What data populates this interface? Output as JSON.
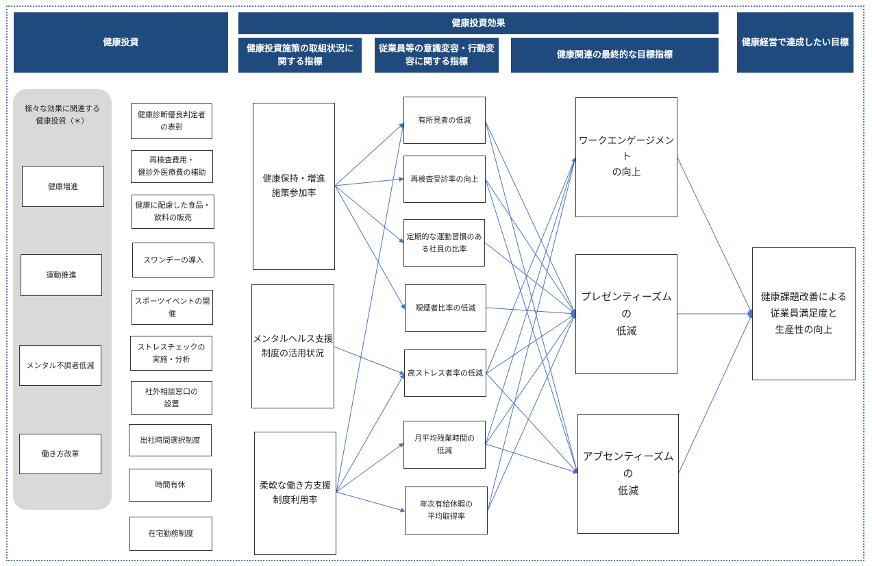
{
  "headers": {
    "investment": "健康投資",
    "effect": "健康投資効果",
    "policy_indicator": "健康投資施策の取組状況に関する指標",
    "behavior_indicator": "従業員等の意識変容・行動変容に関する指標",
    "final_indicator": "健康関連の最終的な目標指標",
    "goal": "健康経営で達成したい目標"
  },
  "investment_note": "様々な効果に関連する\n健康投資（＊）",
  "categories": [
    "健康増進",
    "運動推進",
    "メンタル不調者低減",
    "働き方改革"
  ],
  "measures": [
    "健康診断優良判定者\nの表彰",
    "再検査費用・\n健診外医療費の補助",
    "健康に配慮した食品・\n飲料の販売",
    "スワンデーの導入",
    "スポーツイベントの開催",
    "ストレスチェックの\n実施・分析",
    "社外相談窓口の\n設置",
    "出社時間選択制度",
    "時間有休",
    "在宅勤務制度"
  ],
  "policy_indicators": [
    "健康保持・増進\n施策参加率",
    "メンタルヘルス支援\n制度の活用状況",
    "柔軟な働き方支援\n制度利用率"
  ],
  "behavior_indicators": [
    "有所見者の低減",
    "再検査受診率の向上",
    "定期的な運動習慣のあ\nる社員の比率",
    "喫煙者比率の低減",
    "高ストレス者率の低減",
    "月平均残業時間の\n低減",
    "年次有給休暇の\n平均取得率"
  ],
  "final_indicators": [
    "ワークエンゲージメント\nの向上",
    "プレゼンティーズムの\n低減",
    "アブセンティーズムの\n低減"
  ],
  "goal": "健康課題改善による\n従業員満足度と\n生産性の向上",
  "colors": {
    "header_bg": "#1f4a7e",
    "arrow": "#4a72c4",
    "pill_bg": "#d9d9d9",
    "frame": "#5a78a8"
  }
}
